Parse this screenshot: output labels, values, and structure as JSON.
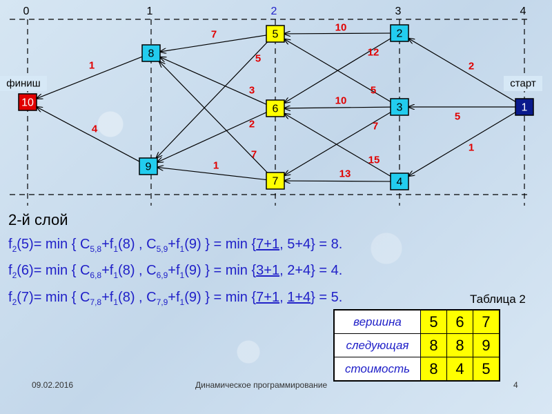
{
  "graph": {
    "layers": [
      "0",
      "1",
      "2",
      "3",
      "4"
    ],
    "finish_label": "финиш",
    "start_label": "старт",
    "nodes": [
      {
        "id": "10",
        "label": "10",
        "color": "#e00000",
        "text_color": "#ffffff"
      },
      {
        "id": "8",
        "label": "8",
        "color": "#22ccee",
        "text_color": "#000000"
      },
      {
        "id": "9",
        "label": "9",
        "color": "#22ccee",
        "text_color": "#000000"
      },
      {
        "id": "5",
        "label": "5",
        "color": "#ffff00",
        "text_color": "#000000"
      },
      {
        "id": "6",
        "label": "6",
        "color": "#ffff00",
        "text_color": "#000000"
      },
      {
        "id": "7",
        "label": "7",
        "color": "#ffff00",
        "text_color": "#000000"
      },
      {
        "id": "2",
        "label": "2",
        "color": "#22ccee",
        "text_color": "#000000"
      },
      {
        "id": "3",
        "label": "3",
        "color": "#22ccee",
        "text_color": "#000000"
      },
      {
        "id": "4",
        "label": "4",
        "color": "#22ccee",
        "text_color": "#000000"
      },
      {
        "id": "1",
        "label": "1",
        "color": "#0a1a8c",
        "text_color": "#ffffff"
      }
    ],
    "edges": [
      {
        "from": "8",
        "to": "10",
        "weight": "1"
      },
      {
        "from": "9",
        "to": "10",
        "weight": "4"
      },
      {
        "from": "5",
        "to": "8",
        "weight": "7"
      },
      {
        "from": "5",
        "to": "9",
        "weight": "5"
      },
      {
        "from": "6",
        "to": "8",
        "weight": "3"
      },
      {
        "from": "6",
        "to": "9",
        "weight": "2"
      },
      {
        "from": "7",
        "to": "8",
        "weight": "7"
      },
      {
        "from": "7",
        "to": "9",
        "weight": "1"
      },
      {
        "from": "2",
        "to": "5",
        "weight": "10"
      },
      {
        "from": "2",
        "to": "6",
        "weight": "12"
      },
      {
        "from": "3",
        "to": "5",
        "weight": "5"
      },
      {
        "from": "3",
        "to": "6",
        "weight": "10"
      },
      {
        "from": "3",
        "to": "7",
        "weight": "7"
      },
      {
        "from": "4",
        "to": "6",
        "weight": "15"
      },
      {
        "from": "4",
        "to": "7",
        "weight": "13"
      },
      {
        "from": "1",
        "to": "2",
        "weight": "2"
      },
      {
        "from": "1",
        "to": "3",
        "weight": "5"
      },
      {
        "from": "1",
        "to": "4",
        "weight": "1"
      }
    ]
  },
  "layer_title": "2-й слой",
  "formulas": [
    {
      "pre": "f",
      "pre_sub": "2",
      "arg": "(5)= min { C",
      "a_sub": "5,8",
      "mid1": "+f",
      "m_sub": "1",
      "mid2": "(8) , C",
      "b_sub": "5,9",
      "mid3": "+f",
      "n_sub": "1",
      "mid4": "(9) } = min {",
      "first": "7+1",
      "sep": ", ",
      "second": "5+4",
      "tail": "} = 8."
    },
    {
      "pre": "f",
      "pre_sub": "2",
      "arg": "(6)= min { C",
      "a_sub": "6,8",
      "mid1": "+f",
      "m_sub": "1",
      "mid2": "(8) , C",
      "b_sub": "6,9",
      "mid3": "+f",
      "n_sub": "1",
      "mid4": "(9) } = min {",
      "first": "3+1",
      "sep": ", ",
      "second": "2+4",
      "tail": "} = 4."
    },
    {
      "pre": "f",
      "pre_sub": "2",
      "arg": "(7)= min { C",
      "a_sub": "7,8",
      "mid1": "+f",
      "m_sub": "1",
      "mid2": "(8) , C",
      "b_sub": "7,9",
      "mid3": "+f",
      "n_sub": "1",
      "mid4": "(9) } = min {",
      "first": "7+1",
      "sep": ", ",
      "second": "1+4",
      "tail": "} = 5."
    }
  ],
  "table": {
    "title": "Таблица 2",
    "rows": [
      {
        "header": "вершина",
        "cells": [
          "5",
          "6",
          "7"
        ]
      },
      {
        "header": "следующая",
        "cells": [
          "8",
          "8",
          "9"
        ]
      },
      {
        "header": "стоимость",
        "cells": [
          "8",
          "4",
          "5"
        ]
      }
    ]
  },
  "footer": {
    "date": "09.02.2016",
    "title": "Динамическое программирование",
    "page": "4"
  }
}
